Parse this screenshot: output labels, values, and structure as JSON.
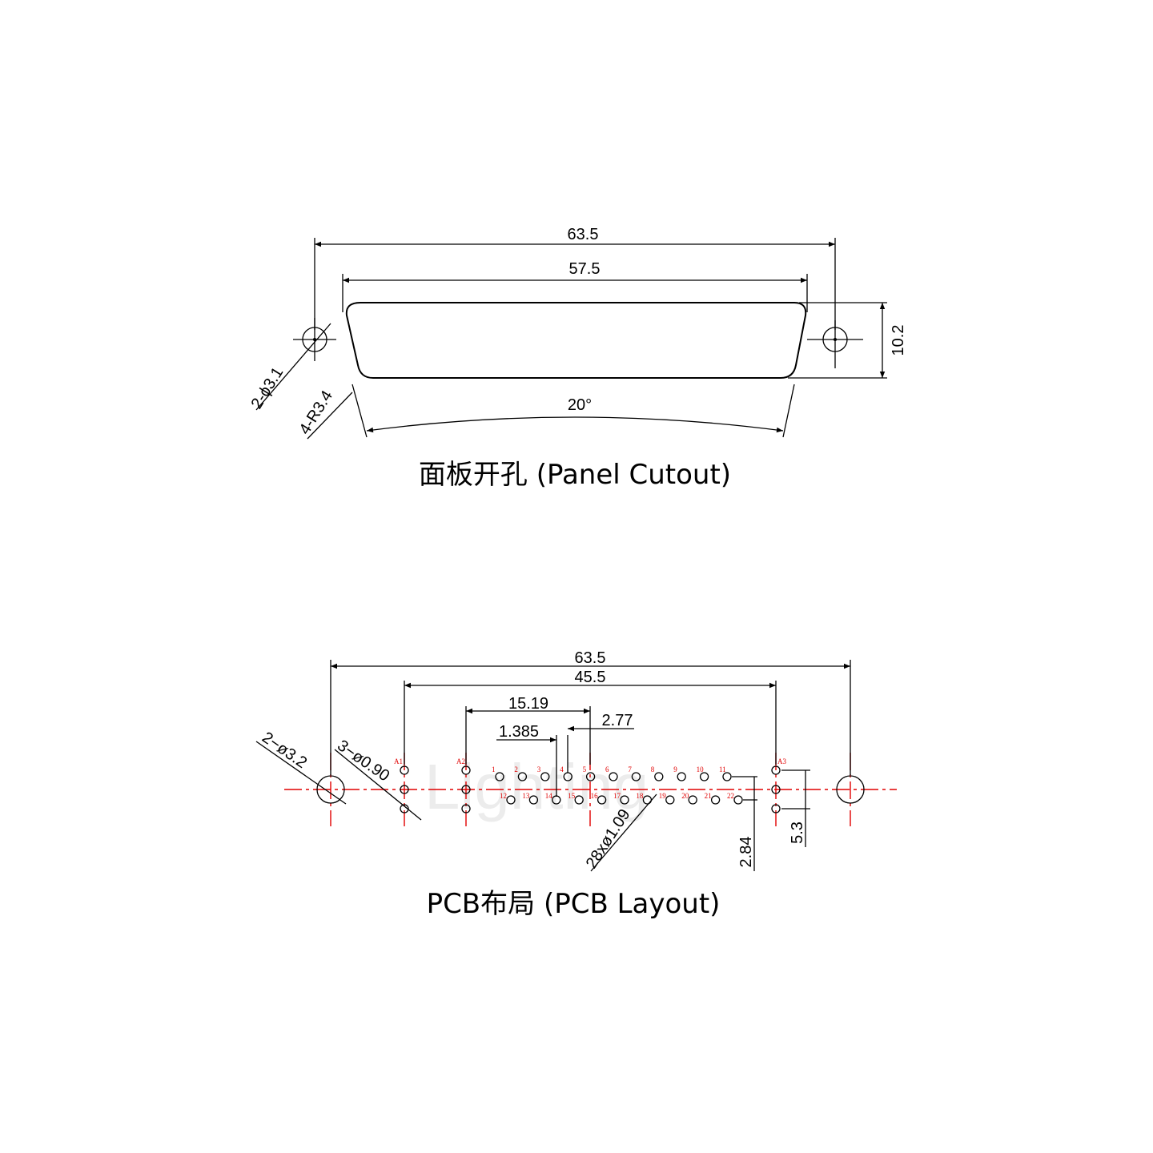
{
  "panel_cutout": {
    "title": "面板开孔 (Panel Cutout)",
    "dims": {
      "overall_width": "63.5",
      "cutout_width": "57.5",
      "height": "10.2",
      "angle": "20°",
      "mount_holes": "2-ϕ3.1",
      "corner_radius": "4-R3.4"
    }
  },
  "pcb_layout": {
    "title": "PCB布局 (PCB Layout)",
    "watermark": "Lighting",
    "dims": {
      "overall_width": "63.5",
      "coax_span": "45.5",
      "a2_to_pin5": "15.19",
      "half_pitch": "1.385",
      "pitch": "2.77",
      "mount_holes": "2−ø3.2",
      "coax_holes": "3−ø0.90",
      "signal_holes": "28xø1.09",
      "row_spacing": "2.84",
      "coax_height": "5.3"
    },
    "coax_labels": [
      "A1",
      "A2",
      "A3"
    ],
    "top_row_labels": [
      "1",
      "2",
      "3",
      "4",
      "5",
      "6",
      "7",
      "8",
      "9",
      "10",
      "11"
    ],
    "bottom_row_labels": [
      "12",
      "13",
      "14",
      "15",
      "16",
      "17",
      "18",
      "19",
      "20",
      "21",
      "22"
    ]
  }
}
